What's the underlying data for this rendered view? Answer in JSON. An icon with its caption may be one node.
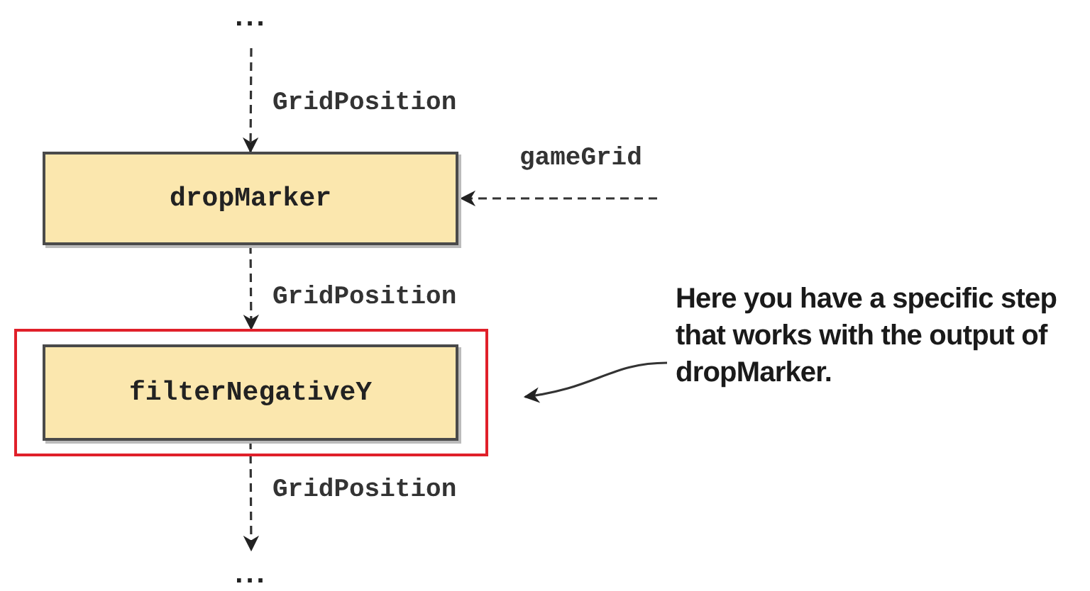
{
  "diagram": {
    "nodes": [
      {
        "text": [
          "..."
        ]
      },
      {
        "text": [
          "dropMarker"
        ]
      },
      {
        "text": [],
        "shape": "box"
      },
      {
        "text": [
          "filterNegativeY"
        ],
        "in": 2
      },
      {
        "text": [
          "..."
        ]
      },
      {
        "text": [
          "Here you have a specific step that works with the output of dropMarker."
        ]
      }
    ],
    "edges": [
      {
        "from": 0,
        "to": 1,
        "arrow": "to",
        "label": "GridPosition",
        "style": "dashed"
      },
      {
        "from": 1,
        "to": 2,
        "arrow": "to",
        "label": "GridPosition",
        "style": "dashed"
      },
      {
        "from": 3,
        "to": 4,
        "arrow": "to",
        "label": "GridPosition",
        "style": "dashed"
      },
      {
        "from": null,
        "to": 1,
        "arrow": "to",
        "label": "gameGrid",
        "style": "dashed"
      },
      {
        "from": 5,
        "to": 2,
        "arrow": "to"
      }
    ]
  }
}
